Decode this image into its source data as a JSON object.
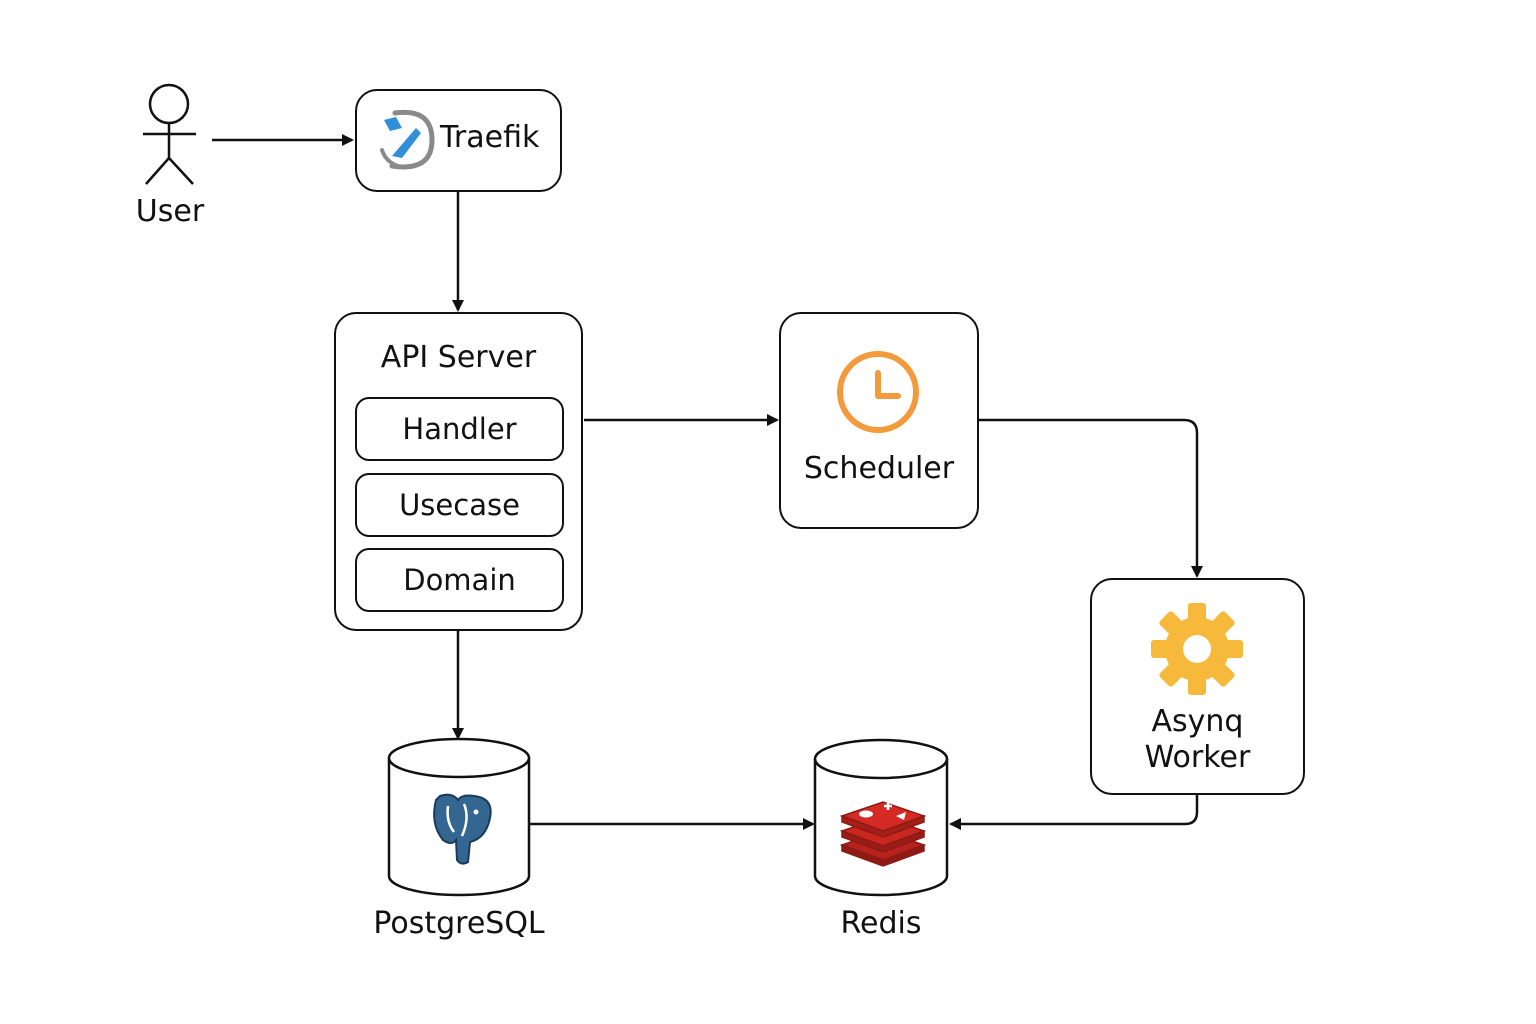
{
  "nodes": {
    "user": {
      "label": "User"
    },
    "traefik": {
      "label": "Traefik"
    },
    "api_server": {
      "label": "API Server",
      "layers": [
        "Handler",
        "Usecase",
        "Domain"
      ]
    },
    "scheduler": {
      "label": "Scheduler"
    },
    "asynq_worker": {
      "label_line1": "Asynq",
      "label_line2": "Worker"
    },
    "postgresql": {
      "label": "PostgreSQL"
    },
    "redis": {
      "label": "Redis"
    }
  },
  "edges": [
    {
      "from": "User",
      "to": "Traefik"
    },
    {
      "from": "Traefik",
      "to": "API Server"
    },
    {
      "from": "API Server",
      "to": "Scheduler"
    },
    {
      "from": "Scheduler",
      "to": "Asynq Worker"
    },
    {
      "from": "API Server",
      "to": "PostgreSQL"
    },
    {
      "from": "PostgreSQL",
      "to": "Redis"
    },
    {
      "from": "Asynq Worker",
      "to": "Redis"
    }
  ],
  "colors": {
    "scheduler_clock": "#f29a3c",
    "worker_gear": "#f6b93b",
    "postgres_elephant": "#336791",
    "redis_logo": "#d62b24",
    "traefik_blue": "#2f8fd8",
    "traefik_gray": "#8a8a8a",
    "stroke": "#111111"
  },
  "icons": [
    "user-stick-figure-icon",
    "traefik-logo-icon",
    "clock-icon",
    "gear-icon",
    "postgresql-elephant-icon",
    "redis-logo-icon"
  ]
}
